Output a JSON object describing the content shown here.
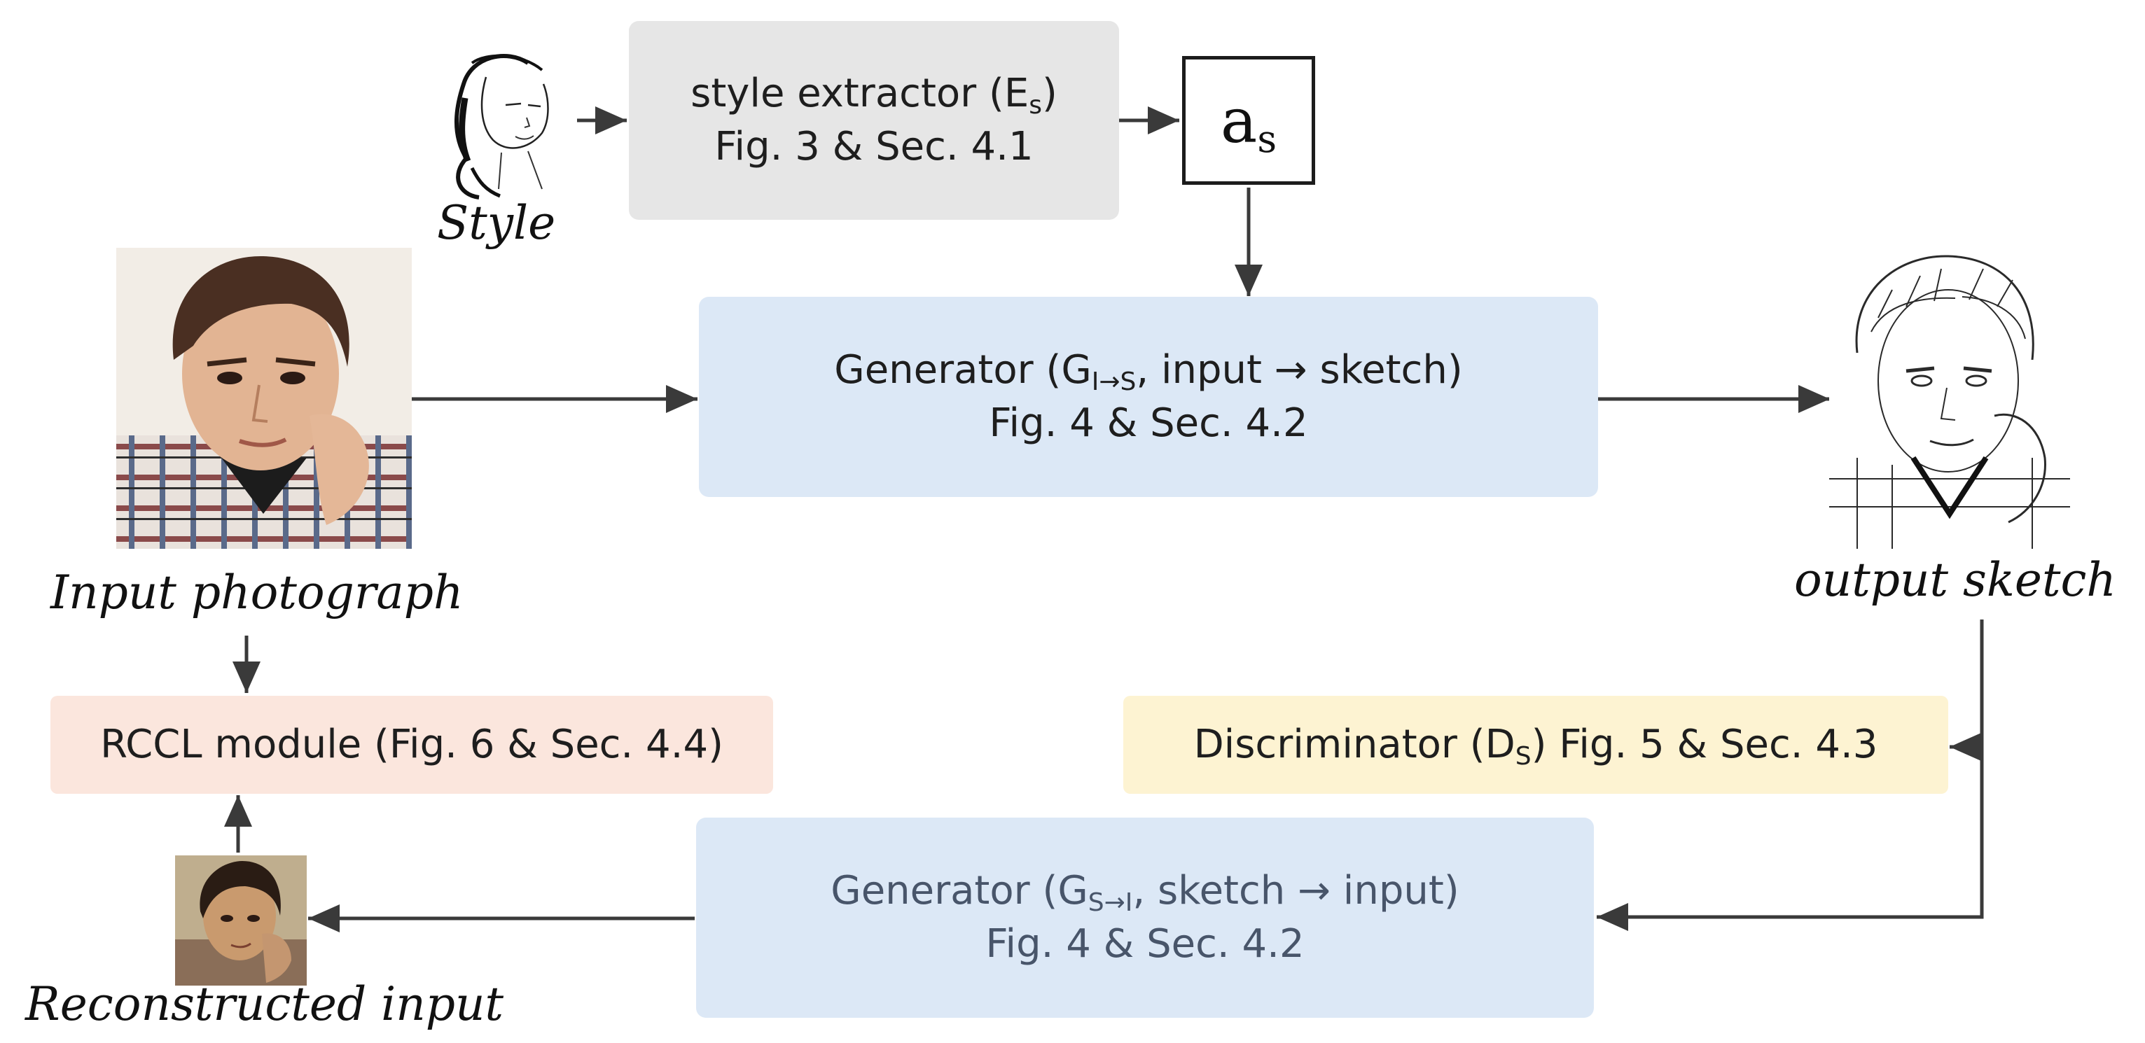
{
  "style_extractor": {
    "line1": "style extractor (E",
    "line1_sub": "s",
    "line1_end": ")",
    "line2": "Fig. 3 & Sec. 4.1"
  },
  "style_code": {
    "symbol": "a",
    "sub": "s"
  },
  "generator_forward": {
    "line1": "Generator (G",
    "line1_sub": "I→S",
    "line1_end": ", input → sketch)",
    "line2": "Fig. 4 & Sec. 4.2"
  },
  "generator_backward": {
    "line1": "Generator (G",
    "line1_sub": "S→I",
    "line1_end": ", sketch → input)",
    "line2": "Fig. 4 & Sec. 4.2"
  },
  "rccl_module": {
    "label": "RCCL module (Fig. 6 & Sec. 4.4)"
  },
  "discriminator": {
    "line1": "Discriminator (D",
    "line1_sub": "S",
    "line1_end": ") Fig. 5 & Sec. 4.3"
  },
  "captions": {
    "style": "Style",
    "input": "Input photograph",
    "output": "output sketch",
    "reconstructed": "Reconstructed input"
  },
  "colors": {
    "style_extractor_fill": "#e6e6e6",
    "generator_fill": "#dce8f6",
    "rccl_fill": "#fbe6dd",
    "discriminator_fill": "#fdf3d2",
    "arrow": "#3a3a3a"
  },
  "icons": [
    "style-sketch-image",
    "input-photo-image",
    "output-sketch-image",
    "reconstructed-photo-image"
  ]
}
